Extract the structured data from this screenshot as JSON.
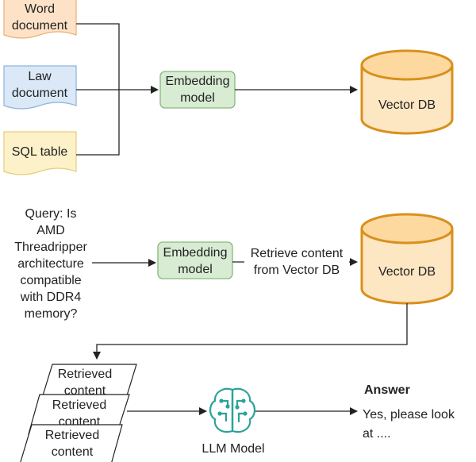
{
  "docs": {
    "word": [
      "Word",
      "document"
    ],
    "law": [
      "Law",
      "document"
    ],
    "sql": [
      "SQL table"
    ]
  },
  "embedding_model": [
    "Embedding",
    "model"
  ],
  "vector_db": "Vector DB",
  "query": [
    "Query: Is",
    "AMD",
    "Threadripper",
    "architecture",
    "compatible",
    "with DDR4",
    "memory?"
  ],
  "retrieve_label": [
    "Retrieve content",
    "from Vector DB"
  ],
  "retrieved_content": [
    "Retrieved",
    "content"
  ],
  "llm_model": "LLM Model",
  "answer": {
    "title": "Answer",
    "lines": [
      "Yes, please look",
      "at ...."
    ]
  }
}
